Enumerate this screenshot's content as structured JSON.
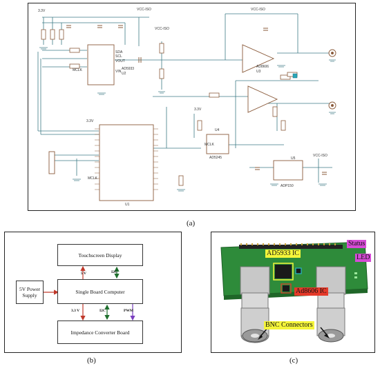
{
  "panel_a": {
    "caption": "(a)",
    "chips": {
      "u1": "U1",
      "u2_name": "AD5933",
      "u2_ref": "U2",
      "u3_name": "AD8606",
      "u3_ref": "U3",
      "u4_name": "AD5245",
      "u4_ref": "U4",
      "u5_name": "ADP150",
      "u5_ref": "U5"
    },
    "signals": {
      "vcc_iso": "VCC-ISO",
      "v33": "3.3V",
      "mclk": "MCLK",
      "vout": "VOUT",
      "vin": "VIN",
      "sda": "SDA",
      "scl": "SCL"
    }
  },
  "panel_b": {
    "caption": "(b)",
    "blocks": {
      "display": "Touchscreen Display",
      "sbc": "Single Board Computer",
      "power": "5V Power Supply",
      "converter": "Impedance Converter Board"
    },
    "edges": {
      "v5": "5 V",
      "i2c_top": "I2C",
      "v33": "3.3 V",
      "i2c_bottom": "I2C",
      "pwm": "PWM"
    },
    "colors": {
      "power": "#c0392b",
      "i2c": "#1f6f2e",
      "pwm": "#7a3fbf",
      "neutral": "#333333"
    }
  },
  "panel_c": {
    "caption": "(c)",
    "labels": {
      "status": "Status",
      "led": "LED",
      "ad5933": "AD5933 IC",
      "ad8606": "Ad8606 IC",
      "bnc": "BNC Connectors"
    },
    "colors": {
      "pcb": "#2e8b3a",
      "status_bg": "#d64bd6",
      "ad5933_bg": "#f5f53a",
      "ad8606_bg": "#e53a2a",
      "bnc_bg": "#f5f53a"
    }
  }
}
